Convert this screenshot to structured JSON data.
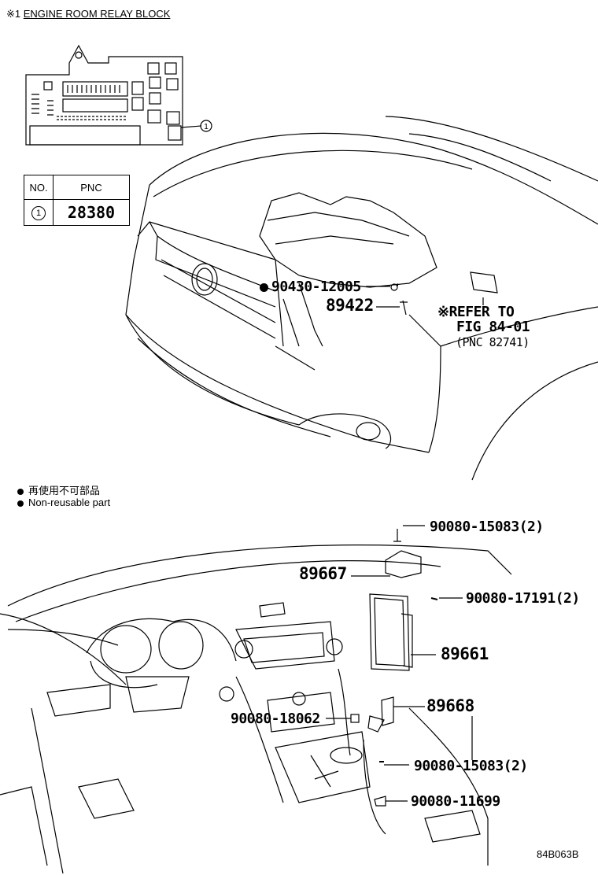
{
  "header": {
    "prefix": "※1",
    "title": "ENGINE ROOM RELAY BLOCK"
  },
  "pnc_table": {
    "col_no": "NO.",
    "col_pnc": "PNC",
    "rows": [
      {
        "no": "1",
        "pnc": "28380"
      }
    ]
  },
  "relay_callout": "1",
  "engine_parts": {
    "p1": "90430-12005",
    "p2": "89422",
    "refer_line1": "※REFER TO",
    "refer_line2": "FIG 84-01",
    "refer_line3": "(PNC 82741)"
  },
  "legend": {
    "jp": "再使用不可部品",
    "en": "Non-reusable part"
  },
  "dash_parts": {
    "p1": "90080-15083(2)",
    "p2": "89667",
    "p3": "90080-17191(2)",
    "p4": "89661",
    "p5": "89668",
    "p6": "90080-18062",
    "p7": "90080-15083(2)",
    "p8": "90080-11699"
  },
  "figure_code": "84B063B"
}
